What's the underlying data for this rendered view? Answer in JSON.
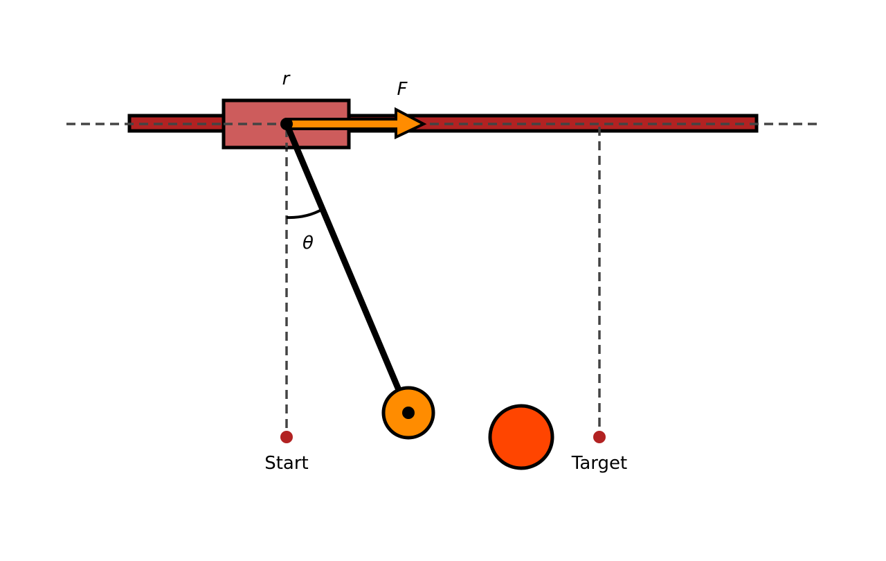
{
  "labels": {
    "cart_position": "r",
    "force": "F",
    "angle": "θ",
    "start": "Start",
    "target": "Target"
  },
  "colors": {
    "rail": "#b22222",
    "cart": "#cd5c5c",
    "force_arrow": "#ff8c00",
    "bob": "#ff8c00",
    "obstacle": "#ff4500",
    "marker": "#b22222",
    "dashed_line": "#444444",
    "outline": "#000000"
  }
}
